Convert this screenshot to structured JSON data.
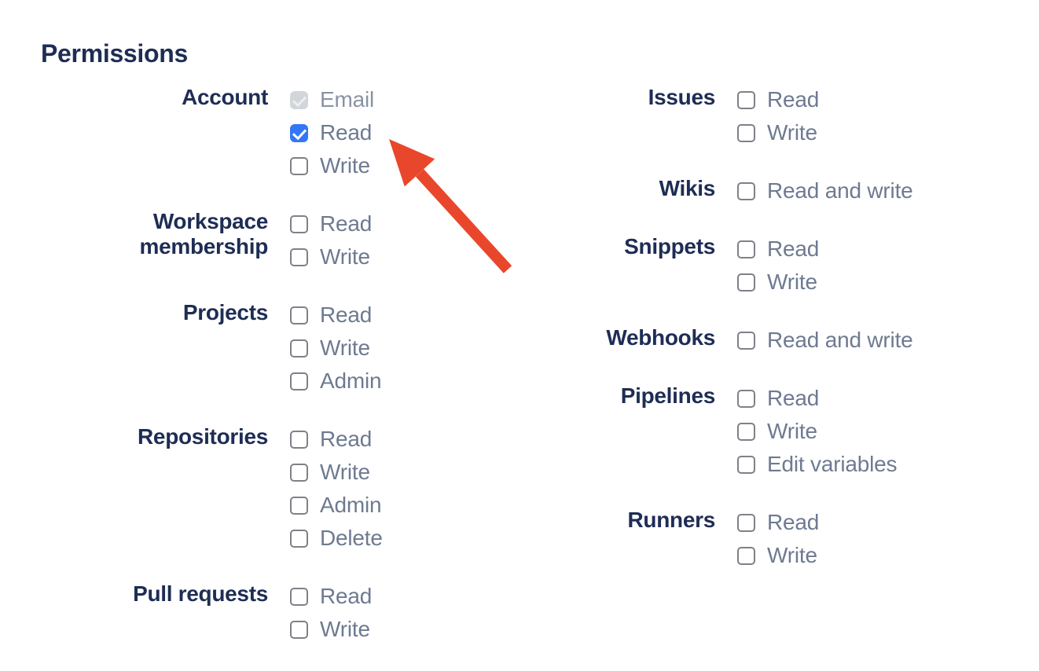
{
  "page_title": "Permissions",
  "colors": {
    "heading_text": "#1e2d54",
    "option_text": "#6e7a91",
    "checkbox_checked_fill": "#3377f6",
    "checkbox_disabled_fill": "#d2d5d9",
    "checkbox_border": "#7e8187",
    "arrow": "#e9472c"
  },
  "forms": {
    "left": {
      "groups": [
        {
          "label": "Account",
          "items": [
            {
              "label": "Email",
              "state": "checked-disabled"
            },
            {
              "label": "Read",
              "state": "checked"
            },
            {
              "label": "Write",
              "state": "unchecked"
            }
          ]
        },
        {
          "label": "Workspace membership",
          "items": [
            {
              "label": "Read",
              "state": "unchecked"
            },
            {
              "label": "Write",
              "state": "unchecked"
            }
          ]
        },
        {
          "label": "Projects",
          "items": [
            {
              "label": "Read",
              "state": "unchecked"
            },
            {
              "label": "Write",
              "state": "unchecked"
            },
            {
              "label": "Admin",
              "state": "unchecked"
            }
          ]
        },
        {
          "label": "Repositories",
          "items": [
            {
              "label": "Read",
              "state": "unchecked"
            },
            {
              "label": "Write",
              "state": "unchecked"
            },
            {
              "label": "Admin",
              "state": "unchecked"
            },
            {
              "label": "Delete",
              "state": "unchecked"
            }
          ]
        },
        {
          "label": "Pull requests",
          "items": [
            {
              "label": "Read",
              "state": "unchecked"
            },
            {
              "label": "Write",
              "state": "unchecked"
            }
          ]
        }
      ]
    },
    "right": {
      "groups": [
        {
          "label": "Issues",
          "items": [
            {
              "label": "Read",
              "state": "unchecked"
            },
            {
              "label": "Write",
              "state": "unchecked"
            }
          ]
        },
        {
          "label": "Wikis",
          "items": [
            {
              "label": "Read and write",
              "state": "unchecked"
            }
          ]
        },
        {
          "label": "Snippets",
          "items": [
            {
              "label": "Read",
              "state": "unchecked"
            },
            {
              "label": "Write",
              "state": "unchecked"
            }
          ]
        },
        {
          "label": "Webhooks",
          "items": [
            {
              "label": "Read and write",
              "state": "unchecked"
            }
          ]
        },
        {
          "label": "Pipelines",
          "items": [
            {
              "label": "Read",
              "state": "unchecked"
            },
            {
              "label": "Write",
              "state": "unchecked"
            },
            {
              "label": "Edit variables",
              "state": "unchecked"
            }
          ]
        },
        {
          "label": "Runners",
          "items": [
            {
              "label": "Read",
              "state": "unchecked"
            },
            {
              "label": "Write",
              "state": "unchecked"
            }
          ]
        }
      ]
    }
  },
  "annotation_arrow": {
    "icon": "arrow-pointing-up-left",
    "color": "#e9472c",
    "points_at": "Account Read checkbox"
  }
}
